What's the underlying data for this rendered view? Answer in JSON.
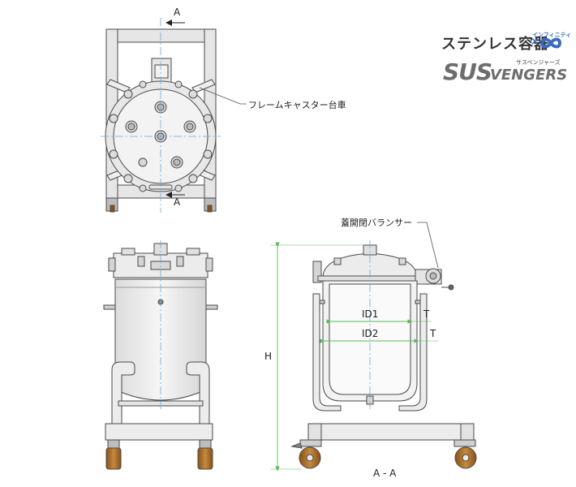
{
  "brand": {
    "title_jp": "ステンレス容器",
    "times": "×",
    "infinity_small": "インフィニティ",
    "sus": "SUS",
    "vengers": "VENGERS",
    "vengers_small": "サスペンジャーズ"
  },
  "labels": {
    "section_mark_top": "A",
    "section_mark_bottom": "A",
    "frame_caster": "フレームキャスター台車",
    "lid_balancer": "蓋開閉バランサー",
    "id1": "ID1",
    "id2": "ID2",
    "t1": "T",
    "t2": "T",
    "h": "H",
    "section_view": "A - A"
  },
  "colors": {
    "line": "#4a4a4a",
    "steel": "#e9e9e9",
    "center_line": "#6aa8d8",
    "dim_line": "#5cb85c",
    "caster_wheel": "#a86a2a",
    "brand_blue": "#3b6bbf"
  }
}
